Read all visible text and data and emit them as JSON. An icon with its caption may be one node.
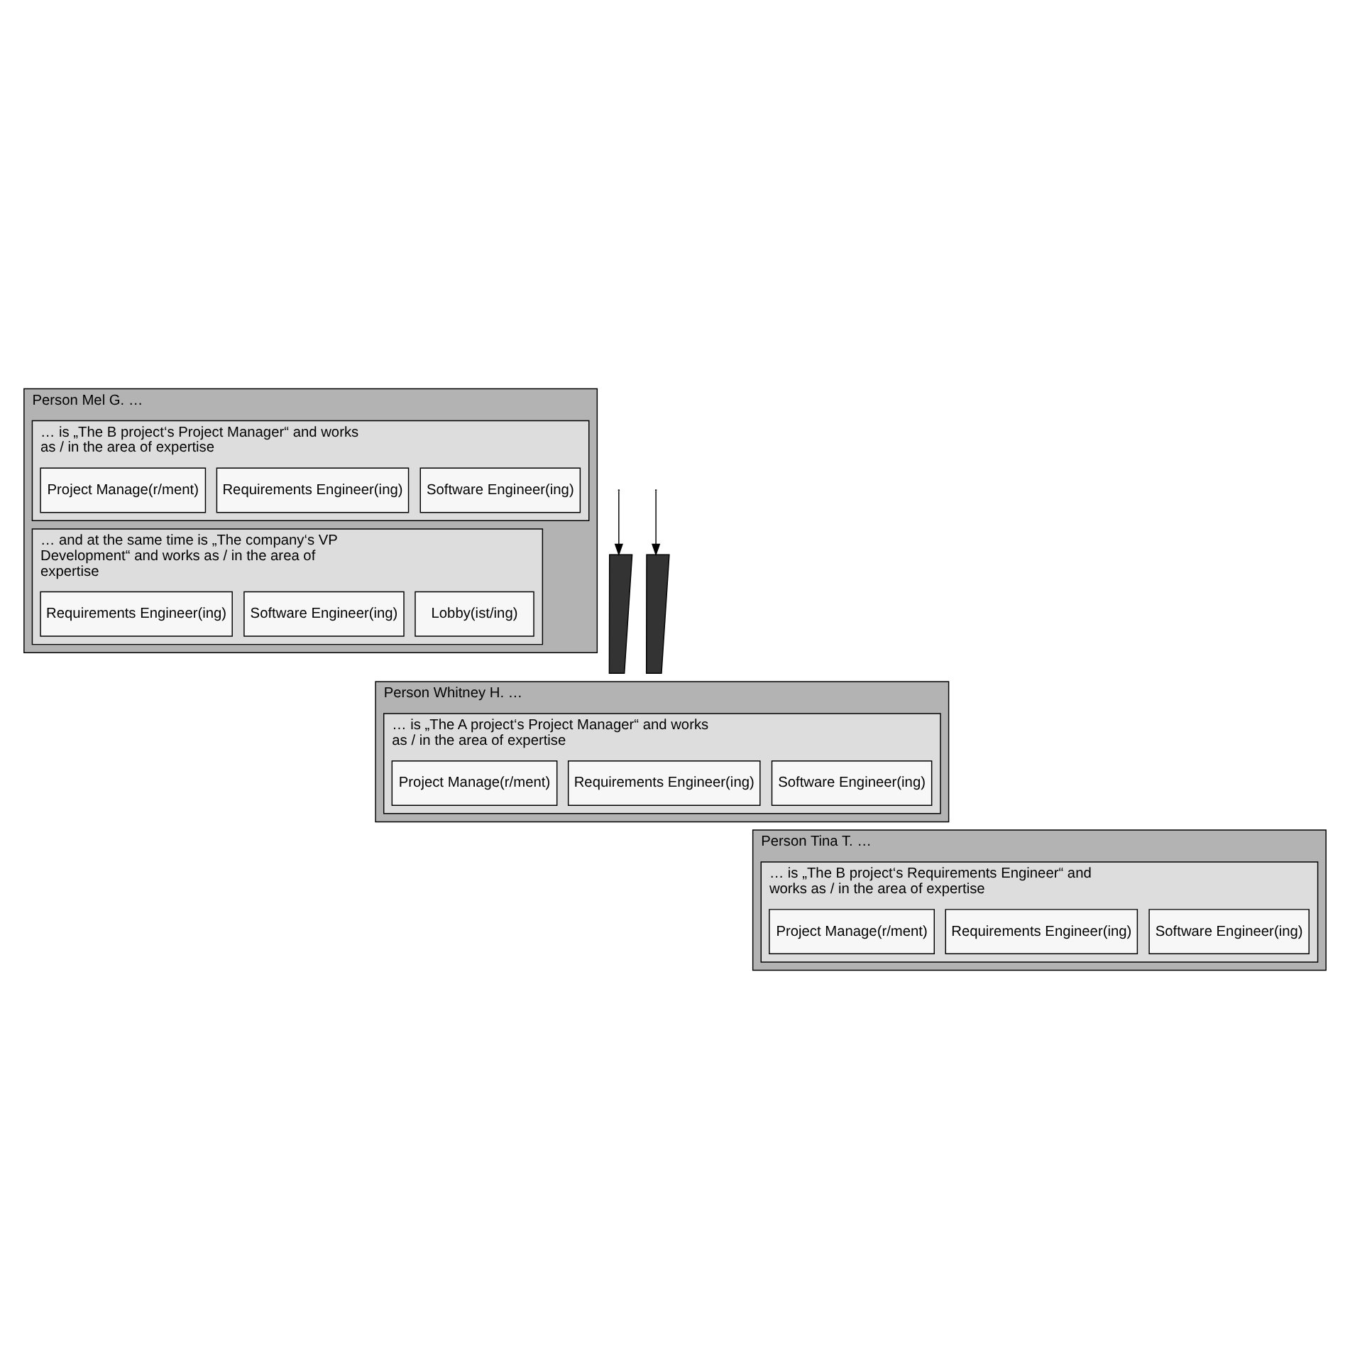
{
  "diagram": {
    "nodes": [
      {
        "text": [
          "Person Mel G. …"
        ]
      },
      {
        "text": [
          "… is „The B project‘s Project Manager“ and works as / in the area of expertise"
        ],
        "in": 0
      },
      {
        "text": [
          "Project Manage(r/ment)"
        ],
        "in": 1
      },
      {
        "text": [
          "Requirements Engineer(ing)"
        ],
        "in": 1
      },
      {
        "text": [
          "Software Engineer(ing)"
        ],
        "in": 1
      },
      {
        "text": [
          "… and at the same time is „The company‘s VP Development“ and works as / in the area of expertise"
        ],
        "in": 0
      },
      {
        "text": [
          "Requirements Engineer(ing)"
        ],
        "in": 5
      },
      {
        "text": [
          "Software Engineer(ing)"
        ],
        "in": 5
      },
      {
        "text": [
          "Lobby(ist/ing)"
        ],
        "in": 5
      },
      {
        "text": [
          "Person Whitney H. …"
        ]
      },
      {
        "text": [
          "… is „The A project‘s Project Manager“ and works as / in the area of expertise"
        ],
        "in": 9
      },
      {
        "text": [
          "Project Manage(r/ment)"
        ],
        "in": 10
      },
      {
        "text": [
          "Requirements Engineer(ing)"
        ],
        "in": 10
      },
      {
        "text": [
          "Software Engineer(ing)"
        ],
        "in": 10
      },
      {
        "text": [
          "Person Tina T. …"
        ]
      },
      {
        "text": [
          "… is „The B project‘s Requirements Engineer“ and works as / in the area of expertise"
        ],
        "in": 14
      },
      {
        "text": [
          "Project Manage(r/ment)"
        ],
        "in": 15
      },
      {
        "text": [
          "Requirements Engineer(ing)"
        ],
        "in": 15
      },
      {
        "text": [
          "Software Engineer(ing)"
        ],
        "in": 15
      },
      {
        "text": [],
        "shape": "lightning"
      },
      {
        "text": [],
        "shape": "lightning"
      }
    ],
    "edges": [
      {
        "from": null,
        "to": 20,
        "arrow": "to"
      },
      {
        "from": null,
        "to": 19,
        "arrow": "to"
      }
    ]
  }
}
